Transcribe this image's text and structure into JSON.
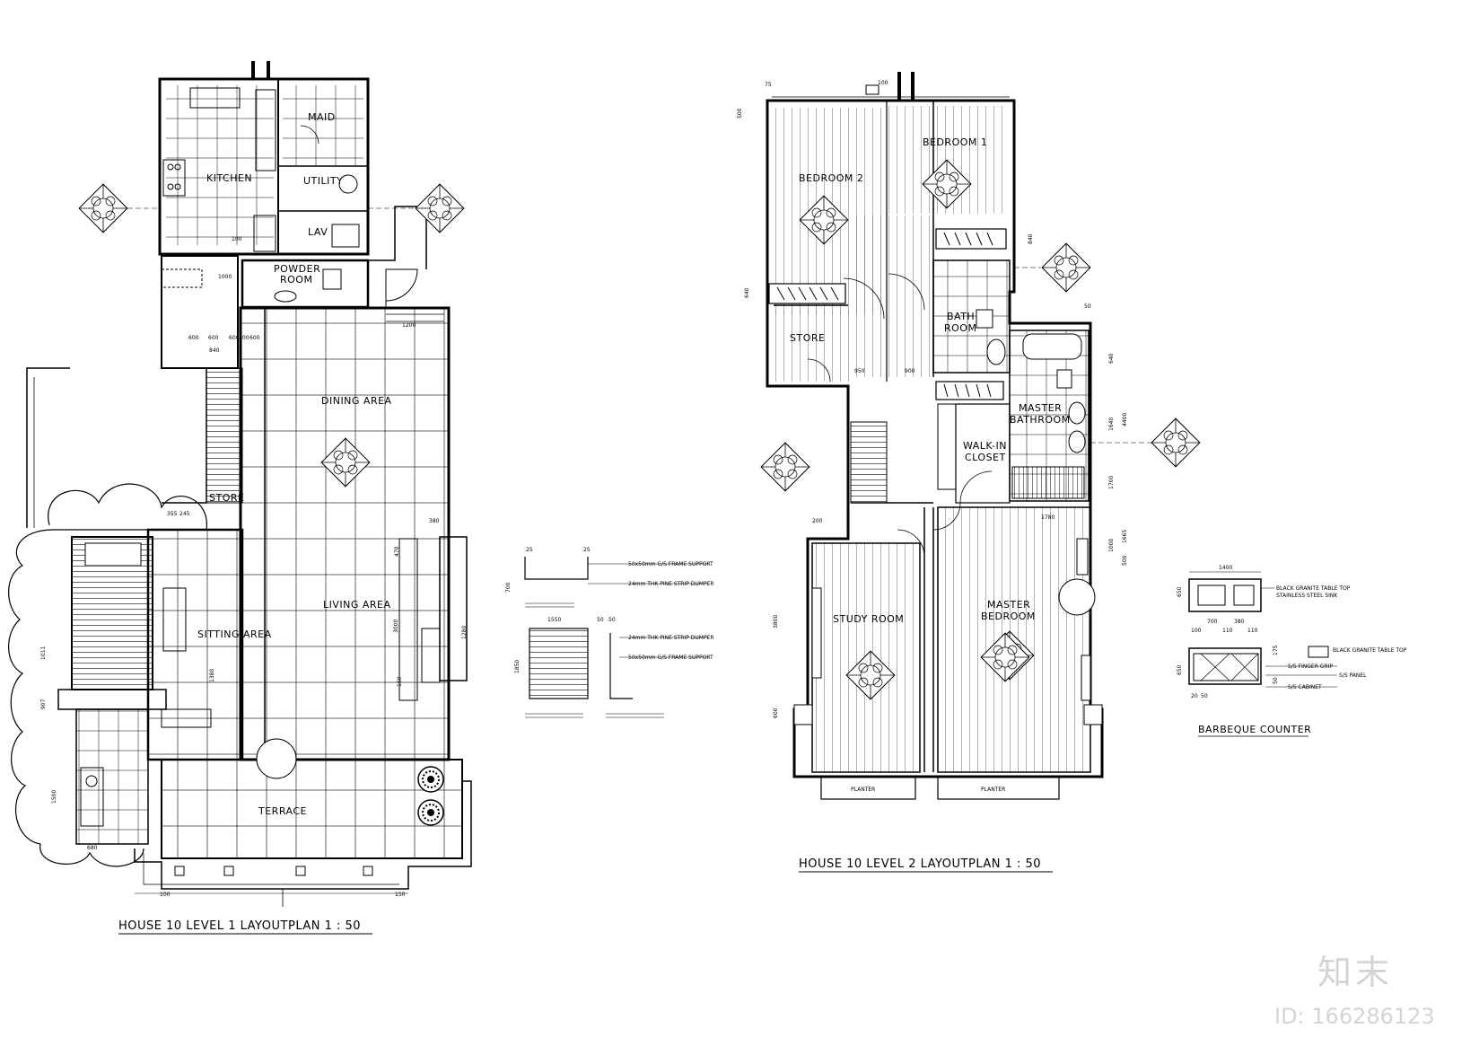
{
  "level1": {
    "title": "HOUSE 10 LEVEL 1 LAYOUTPLAN  1 : 50",
    "rooms": {
      "maid": "MAID",
      "kitchen": "KITCHEN",
      "utility": "UTILITY",
      "lav": "LAV",
      "powder1": "POWDER",
      "powder2": "ROOM",
      "dining": "DINING AREA",
      "living": "LIVING AREA",
      "sitting": "SITTING AREA",
      "store": "STORE",
      "terrace": "TERRACE"
    },
    "dims": [
      "100",
      "600",
      "600",
      "600",
      "300",
      "600",
      "840",
      "1000",
      "1200",
      "355",
      "245",
      "1011",
      "907",
      "1500",
      "680",
      "380",
      "470",
      "3000",
      "1280",
      "150",
      "100",
      "150",
      "1380"
    ]
  },
  "level2": {
    "title": "HOUSE 10 LEVEL 2 LAYOUTPLAN  1 : 50",
    "rooms": {
      "bedroom1": "BEDROOM 1",
      "bedroom2": "BEDROOM 2",
      "bath1": "BATH",
      "bath2": "ROOM",
      "store": "STORE",
      "master_bath1": "MASTER",
      "master_bath2": "BATHROOM",
      "walkin1": "WALK-IN",
      "walkin2": "CLOSET",
      "study": "STUDY ROOM",
      "master_bed1": "MASTER",
      "master_bed2": "BEDROOM",
      "planter_left": "PLANTER",
      "planter_right": "PLANTER"
    },
    "dims": [
      "75",
      "100",
      "500",
      "640",
      "840",
      "640",
      "1640",
      "4400",
      "1700",
      "1000",
      "1665",
      "500",
      "3800",
      "600",
      "1780",
      "200",
      "50",
      "950",
      "900"
    ]
  },
  "details": {
    "dims": [
      "25",
      "25",
      "700",
      "1550",
      "50",
      "50",
      "1850"
    ],
    "notes": [
      "50x50mm G/S FRAME SUPPORT",
      "24mm THK PINE STRIP DUMPER",
      "24mm THK PINE STRIP DUMPER",
      "50x50mm G/S FRAME SUPPORT"
    ]
  },
  "bbq": {
    "title": "BARBEQUE COUNTER",
    "dims": [
      "1400",
      "650",
      "700",
      "380",
      "100",
      "110",
      "110",
      "650",
      "175",
      "50",
      "20",
      "50"
    ],
    "notes": [
      "BLACK GRANITE TABLE TOP",
      "STAINLESS STEEL SINK",
      "BLACK GRANITE TABLE TOP",
      "S/S FINGER GRIP",
      "S/S PANEL",
      "S/S CABINET"
    ]
  },
  "watermark": {
    "logo": "知末",
    "id": "ID: 166286123"
  }
}
